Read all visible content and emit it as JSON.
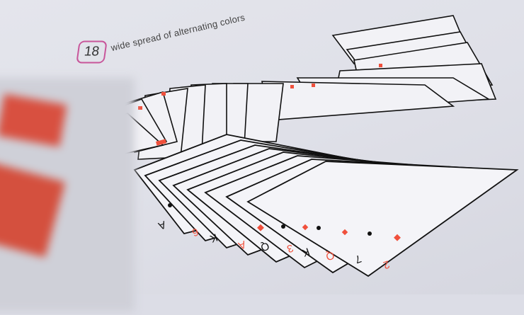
{
  "scene": {
    "description": "Photograph of an open book page showing line-art illustrations of playing card spreads",
    "page_color": "#e2e3ea",
    "accent_colors": {
      "badge_border": "#c8559a",
      "red_suit": "#f0503c",
      "ink": "#111111"
    }
  },
  "caption": {
    "number": "18",
    "text": "wide spread of alternating colors"
  },
  "illustration": {
    "upper_spread": {
      "label": "curved ribbon spread, mixed red and black indices"
    },
    "lower_spread": {
      "label": "wide fan spread of alternating colors",
      "visible_indices": [
        "A",
        "6",
        "K",
        "A",
        "Q",
        "3",
        "K",
        "Q",
        "7",
        "2"
      ],
      "visible_suits": [
        "spade",
        "diamond",
        "club",
        "diamond",
        "spade",
        "heart",
        "club",
        "diamond",
        "spade",
        "diamond"
      ]
    }
  },
  "foreground": {
    "label": "blurred page corner with red card back pattern"
  }
}
